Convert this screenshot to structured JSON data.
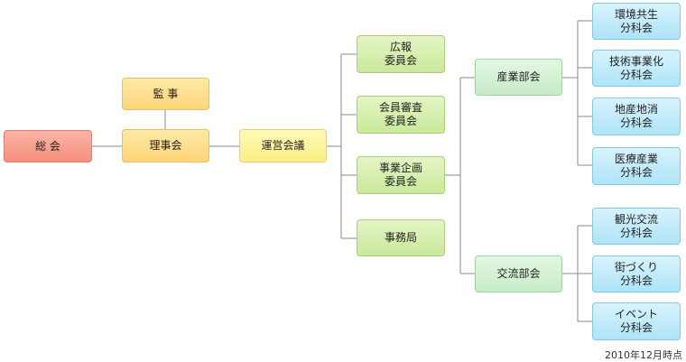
{
  "nodes": {
    "soukai": "総 会",
    "kanji": "監 事",
    "rijikai": "理事会",
    "unei": "運営会議",
    "kouhou": "広報\n委員会",
    "kaiin": "会員審査\n委員会",
    "jigyou": "事業企画\n委員会",
    "jimukyoku": "事務局",
    "sangyou": "産業部会",
    "kouryuu": "交流部会",
    "kankyou": "環境共生\n分科会",
    "gijutsu": "技術事業化\n分科会",
    "chisan": "地産地消\n分科会",
    "iryou": "医療産業\n分科会",
    "kankou": "観光交流\n分科会",
    "machi": "街づくり\n分科会",
    "event": "イベント\n分科会"
  },
  "note": "2010年12月時点"
}
